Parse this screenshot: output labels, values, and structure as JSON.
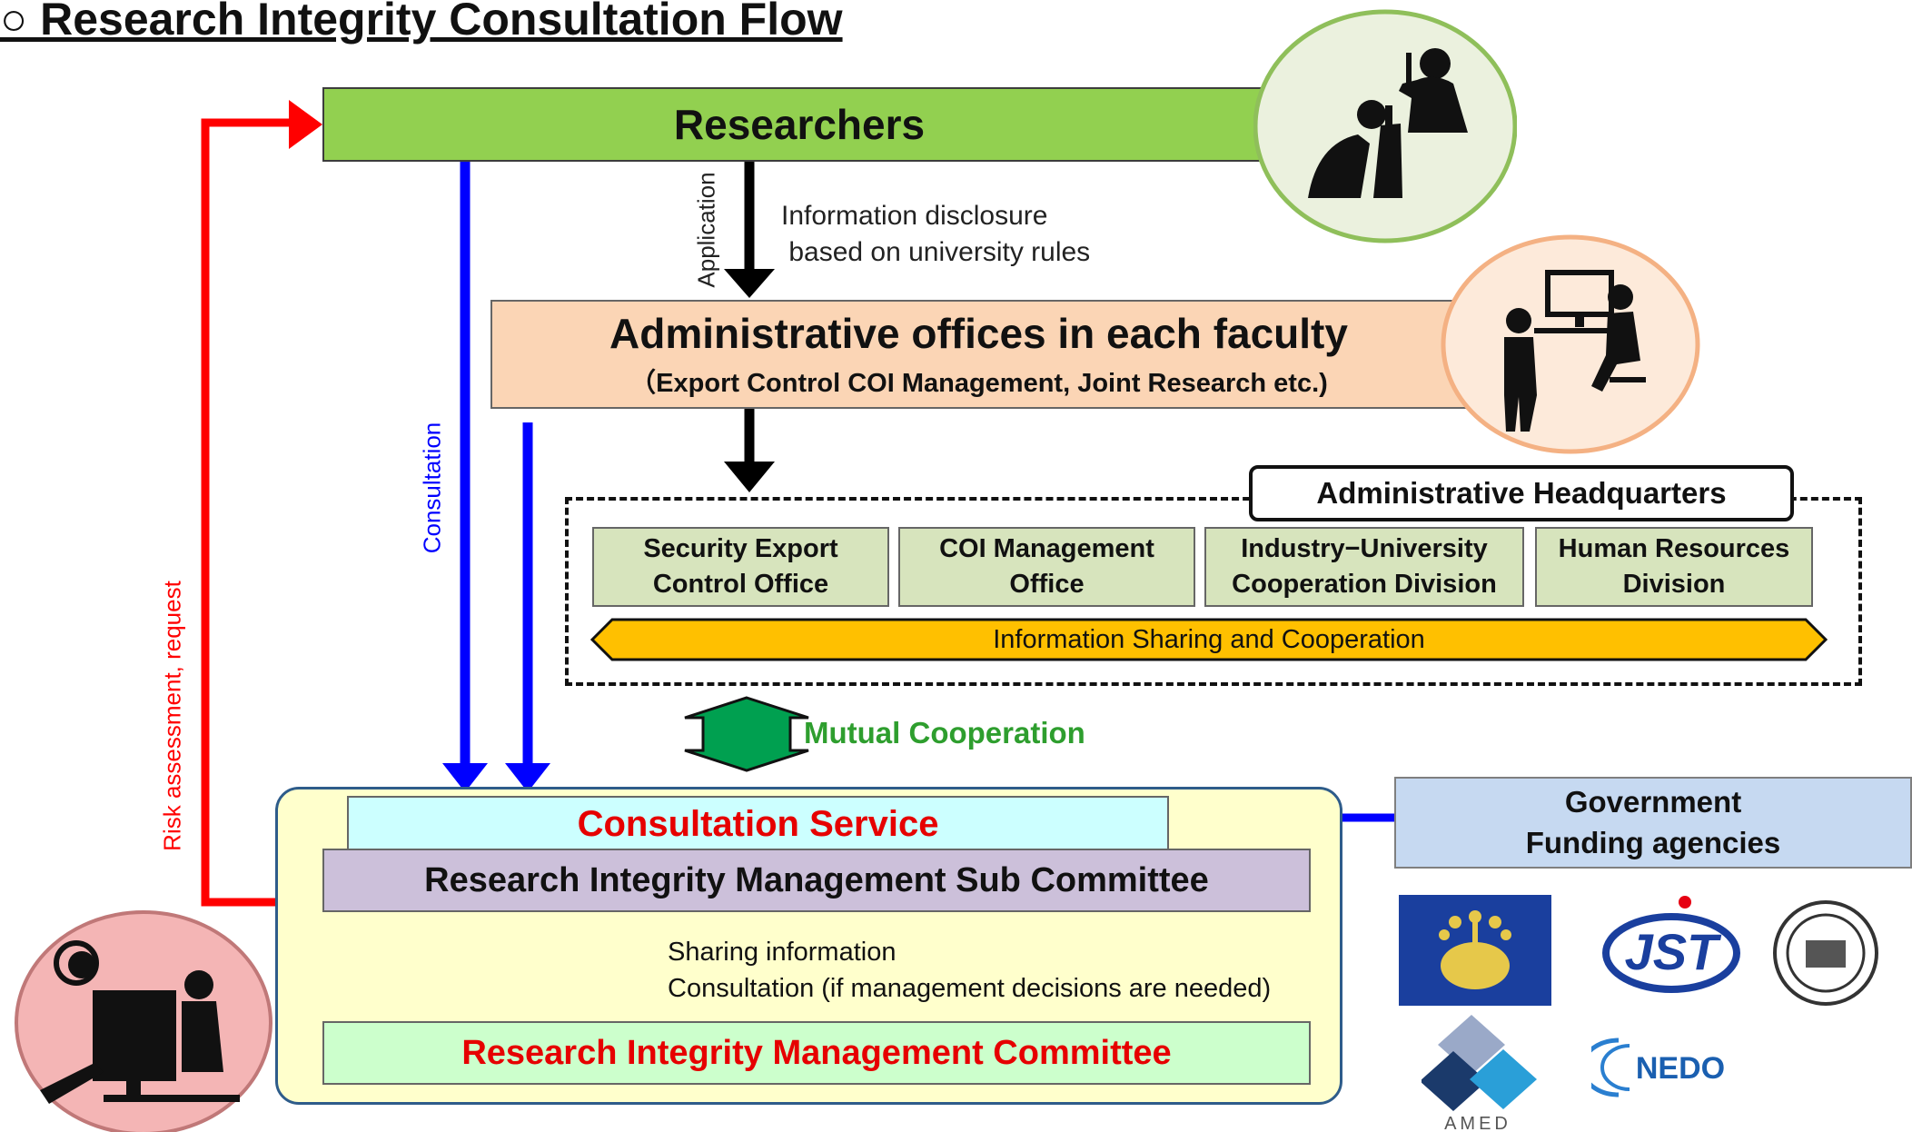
{
  "title": "○ Research Integrity Consultation Flow",
  "researchers": "Researchers",
  "admin_offices": {
    "title": "Administrative offices in each faculty",
    "subtitle": "（Export Control COI Management, Joint Research etc.)"
  },
  "arrow_labels": {
    "application": "Application",
    "info_disclosure": "Information disclosure\n based on university rules",
    "consultation": "Consultation",
    "risk_assessment": "Risk assessment, request",
    "mutual_cooperation": "Mutual Cooperation"
  },
  "headquarters": {
    "label": "Administrative Headquarters",
    "offices": [
      {
        "line1": "Security Export",
        "line2": "Control Office"
      },
      {
        "line1": "COI Management",
        "line2": "Office"
      },
      {
        "line1": "Industry−University",
        "line2": "Cooperation Division"
      },
      {
        "line1": "Human Resources",
        "line2": "Division"
      }
    ],
    "sharing_bar": "Information Sharing and Cooperation"
  },
  "consultation_service": "Consultation Service",
  "sub_committee": "Research Integrity Management Sub Committee",
  "sharing_info": {
    "line1": "Sharing information",
    "line2": "Consultation (if management decisions are needed)"
  },
  "committee": "Research Integrity Management Committee",
  "government": {
    "line1": "Government",
    "line2": "Funding agencies"
  },
  "logos": {
    "jst": "JST",
    "nedo": "NEDO",
    "amed": "AMED"
  },
  "colors": {
    "researchers": "#92d050",
    "admin_offices": "#fbd5b5",
    "offices": "#d7e4bd",
    "sharing_bar": "#ffc000",
    "consultation_container": "#ffffcc",
    "consultation_service": "#ccffff",
    "sub_committee": "#ccc0da",
    "committee": "#ccffcc",
    "government": "#c6d9f1",
    "arrow_blue": "#0000ff",
    "arrow_red": "#ff0000",
    "arrow_green": "#00a050"
  }
}
